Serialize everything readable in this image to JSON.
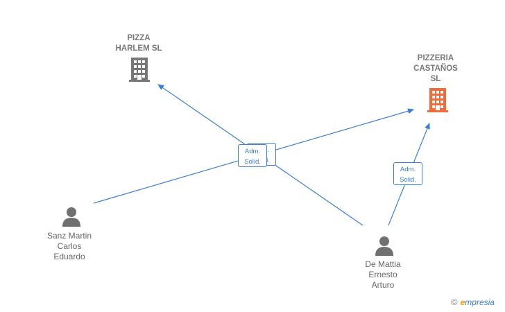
{
  "colors": {
    "edge": "#3a7fd5",
    "company_gray": "#777777",
    "company_highlight": "#f26b3a",
    "person": "#707070"
  },
  "companies": [
    {
      "id": "pizza-harlem",
      "name": "PIZZA\nHARLEM  SL",
      "icon": "building-icon",
      "highlight": false
    },
    {
      "id": "pizzeria-castanos",
      "name": "PIZZERIA\nCASTAÑOS\nSL",
      "icon": "building-icon",
      "highlight": true
    }
  ],
  "persons": [
    {
      "id": "sanz-martin",
      "name": "Sanz Martin\nCarlos\nEduardo",
      "icon": "person-icon"
    },
    {
      "id": "de-mattia",
      "name": "De Mattia\nErnesto\nArturo",
      "icon": "person-icon"
    }
  ],
  "edges": [
    {
      "from": "sanz-martin",
      "to": "pizzeria-castanos",
      "label": [
        "Adm.",
        "Solid."
      ]
    },
    {
      "from": "de-mattia",
      "to": "pizza-harlem",
      "label": [
        "Adm.",
        "Solid."
      ]
    },
    {
      "from": "de-mattia",
      "to": "pizzeria-castanos",
      "label": [
        "Adm.",
        "Solid."
      ]
    }
  ],
  "watermark": {
    "symbol": "©",
    "brand_initial": "e",
    "brand_rest": "mpresia"
  }
}
